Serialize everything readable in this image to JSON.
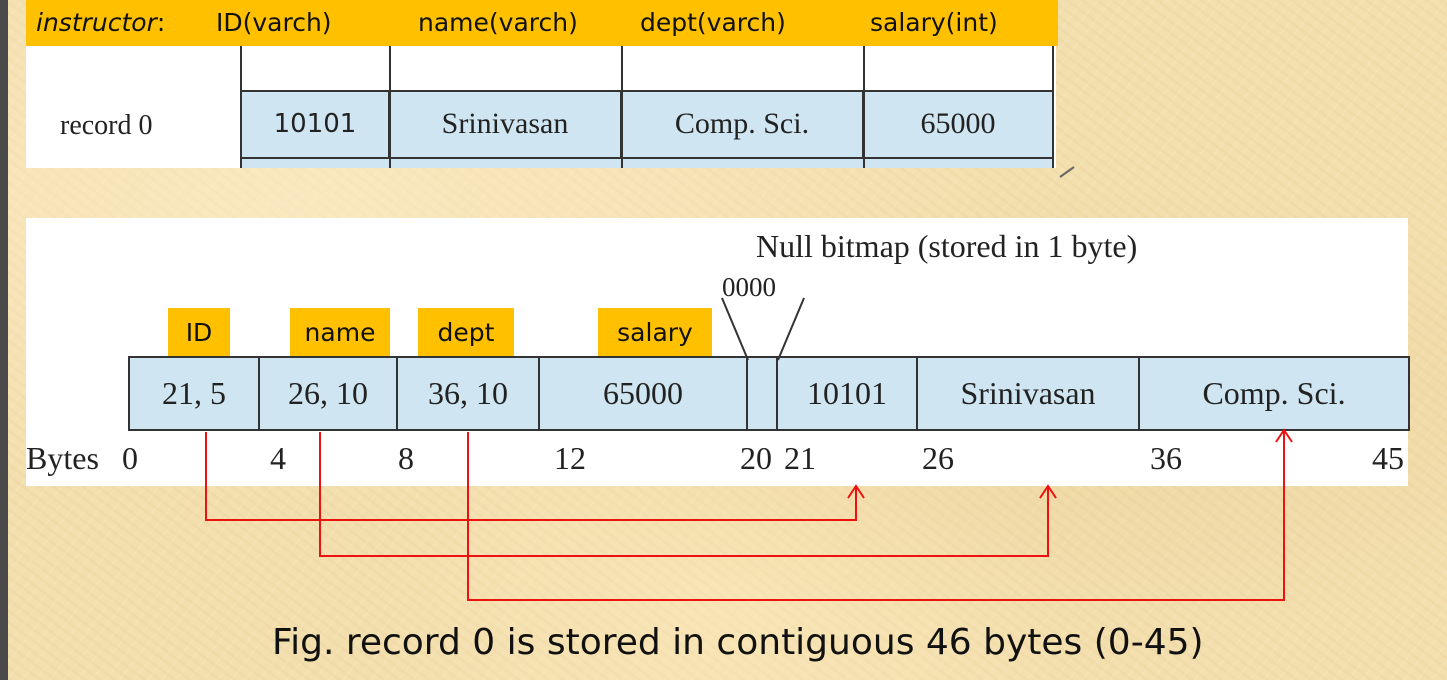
{
  "top_labels": {
    "instructor": "instructor",
    "colon": ":",
    "id": "ID(varch)",
    "name": "name(varch)",
    "dept": "dept(varch)",
    "salary": "salary(int)"
  },
  "top_table": {
    "row_label": "record 0",
    "cells": [
      "10101",
      "Srinivasan",
      "Comp. Sci.",
      "65000"
    ]
  },
  "diagram": {
    "null_bitmap_title": "Null bitmap (stored in 1 byte)",
    "null_bitmap_value": "0000",
    "field_labels": [
      "ID",
      "name",
      "dept",
      "salary"
    ],
    "cells": [
      "21, 5",
      "26, 10",
      "36, 10",
      "65000",
      "",
      "",
      "10101",
      "Srinivasan",
      "Comp. Sci."
    ],
    "bytes_label": "Bytes",
    "byte_marks": [
      "0",
      "4",
      "8",
      "12",
      "20",
      "21",
      "26",
      "36",
      "45"
    ],
    "pointer_color": "#ee1111"
  },
  "caption": "Fig. record 0 is stored in contiguous 46 bytes (0-45)"
}
